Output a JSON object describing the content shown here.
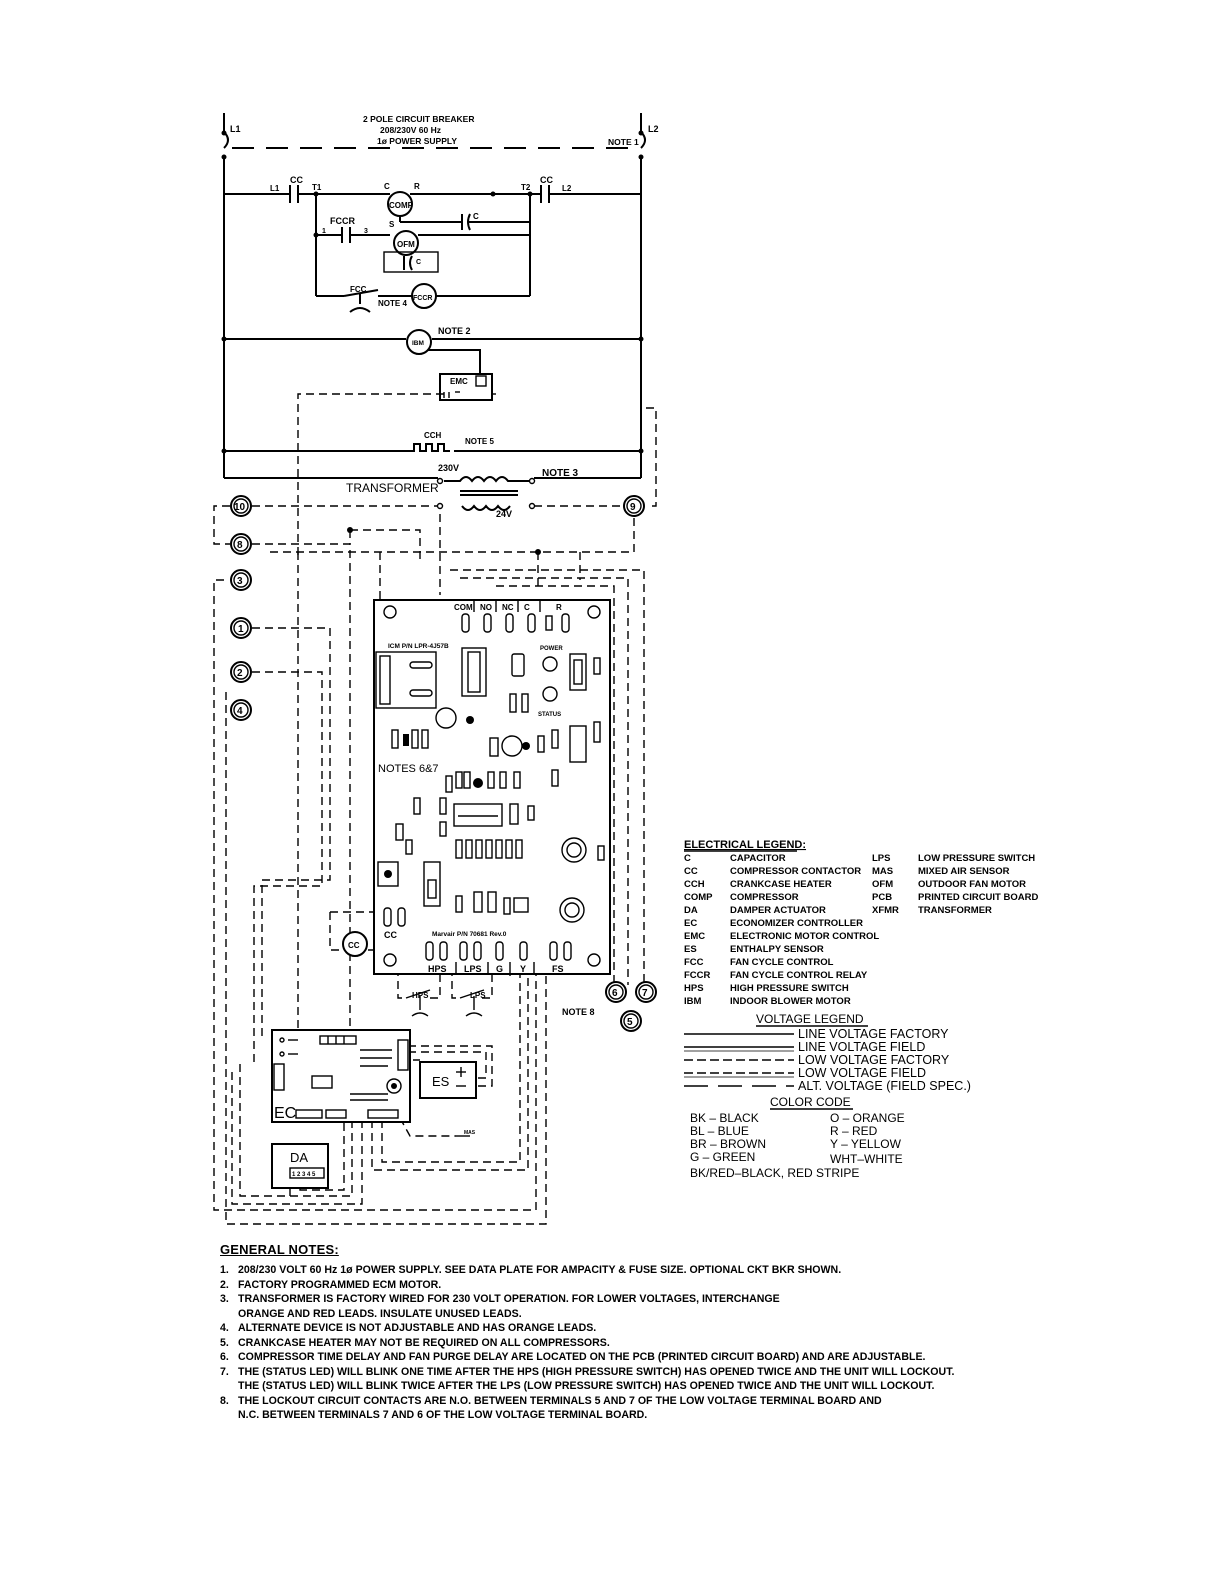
{
  "diagram": {
    "breaker": {
      "line1": "2 POLE CIRCUIT BREAKER",
      "line2": "208/230V 60 Hz",
      "line3": "1ø POWER SUPPLY"
    },
    "terminals": {
      "l1": "L1",
      "l2": "L2",
      "t1": "T1",
      "t2": "T2",
      "l1b": "L1",
      "l2b": "L2"
    },
    "labels": {
      "note1": "NOTE 1",
      "cc_left": "CC",
      "cc_right": "CC",
      "comp": "COMP",
      "comp_c": "C",
      "comp_r": "R",
      "comp_s": "S",
      "cap_c1": "C",
      "fccr": "FCCR",
      "fccr_1": "1",
      "fccr_3": "3",
      "ofm": "OFM",
      "cap_c2": "C",
      "fcc": "FCC",
      "note4": "NOTE 4",
      "fccr_coil": "FCCR",
      "ibm": "IBM",
      "note2": "NOTE 2",
      "emc": "EMC",
      "cch": "CCH",
      "note5": "NOTE 5",
      "v230": "230V",
      "note3": "NOTE 3",
      "transformer": "TRANSFORMER",
      "v24": "24V",
      "pcb_top": [
        "COM",
        "NO",
        "NC",
        "C",
        "R"
      ],
      "pcb_part": "ICM P/N LPR-4J57B",
      "power": "POWER",
      "status": "STATUS",
      "notes67": "NOTES 6&7",
      "marvair": "Marvair P/N 70681 Rev.0",
      "pcb_cc": "CC",
      "cc_coil": "CC",
      "pcb_bottom": [
        "HPS",
        "LPS",
        "G",
        "Y",
        "FS"
      ],
      "hps": "HPS",
      "lps": "LPS",
      "note8": "NOTE 8",
      "ec": "EC",
      "es": "ES",
      "da": "DA",
      "da_pins": "1 2 3 4 5",
      "mas": "MAS"
    },
    "circles": [
      "10",
      "8",
      "3",
      "1",
      "2",
      "4",
      "9",
      "6",
      "7",
      "5"
    ]
  },
  "electrical_legend": {
    "title": "ELECTRICAL LEGEND:",
    "left": [
      [
        "C",
        "CAPACITOR"
      ],
      [
        "CC",
        "COMPRESSOR CONTACTOR"
      ],
      [
        "CCH",
        "CRANKCASE HEATER"
      ],
      [
        "COMP",
        "COMPRESSOR"
      ],
      [
        "DA",
        "DAMPER ACTUATOR"
      ],
      [
        "EC",
        "ECONOMIZER CONTROLLER"
      ],
      [
        "EMC",
        "ELECTRONIC MOTOR CONTROL"
      ],
      [
        "ES",
        "ENTHALPY SENSOR"
      ],
      [
        "FCC",
        "FAN CYCLE CONTROL"
      ],
      [
        "FCCR",
        "FAN CYCLE CONTROL RELAY"
      ],
      [
        "HPS",
        "HIGH PRESSURE SWITCH"
      ],
      [
        "IBM",
        "INDOOR BLOWER MOTOR"
      ]
    ],
    "right": [
      [
        "LPS",
        "LOW PRESSURE SWITCH"
      ],
      [
        "MAS",
        "MIXED AIR SENSOR"
      ],
      [
        "OFM",
        "OUTDOOR FAN MOTOR"
      ],
      [
        "PCB",
        "PRINTED CIRCUIT BOARD"
      ],
      [
        "XFMR",
        "TRANSFORMER"
      ]
    ]
  },
  "voltage_legend": {
    "title": "VOLTAGE LEGEND",
    "items": [
      "LINE VOLTAGE FACTORY",
      "LINE VOLTAGE FIELD",
      "LOW VOLTAGE FACTORY",
      "LOW VOLTAGE FIELD",
      "ALT. VOLTAGE (FIELD SPEC.)"
    ]
  },
  "color_code": {
    "title": "COLOR CODE",
    "left": [
      "BK – BLACK",
      "BL – BLUE",
      "BR – BROWN",
      "G – GREEN"
    ],
    "right": [
      "O – ORANGE",
      "R – RED",
      "Y – YELLOW",
      "WHT–WHITE"
    ],
    "footer": "BK/RED–BLACK, RED STRIPE"
  },
  "general_notes": {
    "title": "GENERAL NOTES:",
    "items": [
      {
        "num": "1.",
        "lines": [
          "208/230 VOLT 60 Hz 1ø POWER SUPPLY. SEE DATA PLATE FOR AMPACITY & FUSE SIZE. OPTIONAL CKT BKR SHOWN."
        ]
      },
      {
        "num": "2.",
        "lines": [
          "FACTORY PROGRAMMED ECM MOTOR."
        ]
      },
      {
        "num": "3.",
        "lines": [
          "TRANSFORMER IS FACTORY WIRED FOR 230 VOLT OPERATION. FOR LOWER VOLTAGES, INTERCHANGE",
          "ORANGE AND RED LEADS. INSULATE UNUSED LEADS."
        ]
      },
      {
        "num": "4.",
        "lines": [
          "ALTERNATE DEVICE IS NOT ADJUSTABLE AND HAS ORANGE LEADS."
        ]
      },
      {
        "num": "5.",
        "lines": [
          "CRANKCASE HEATER MAY NOT BE REQUIRED ON ALL COMPRESSORS."
        ]
      },
      {
        "num": "6.",
        "lines": [
          "COMPRESSOR TIME DELAY AND FAN PURGE DELAY ARE LOCATED ON THE PCB (PRINTED CIRCUIT BOARD) AND ARE ADJUSTABLE."
        ]
      },
      {
        "num": "7.",
        "lines": [
          "THE (STATUS LED) WILL BLINK ONE TIME AFTER THE HPS (HIGH PRESSURE SWITCH) HAS OPENED TWICE AND THE UNIT WILL LOCKOUT.",
          "THE (STATUS LED) WILL BLINK TWICE AFTER THE LPS (LOW PRESSURE SWITCH) HAS OPENED TWICE AND THE UNIT WILL LOCKOUT."
        ]
      },
      {
        "num": "8.",
        "lines": [
          "THE LOCKOUT CIRCUIT CONTACTS ARE N.O. BETWEEN TERMINALS 5 AND 7 OF THE LOW VOLTAGE TERMINAL BOARD AND",
          "N.C. BETWEEN TERMINALS 7 AND 6 OF THE LOW VOLTAGE TERMINAL BOARD."
        ]
      }
    ]
  }
}
